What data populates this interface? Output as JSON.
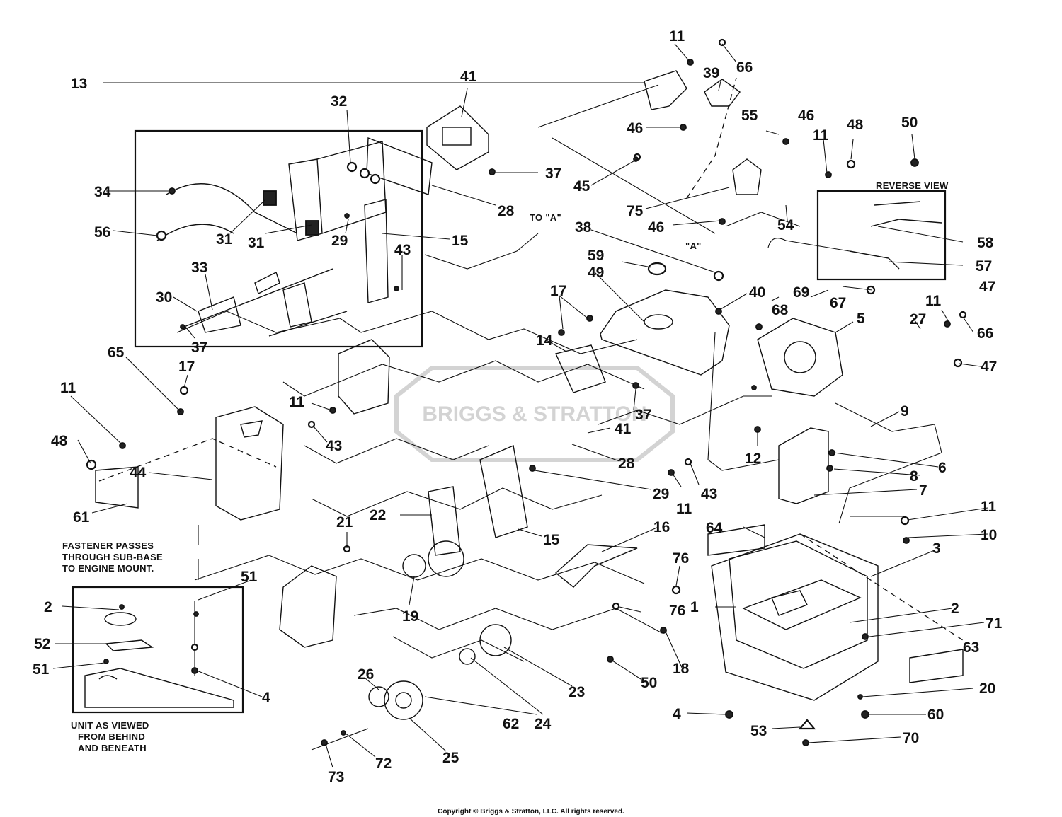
{
  "diagram": {
    "watermark": "BRIGGS & STRATTON",
    "copyright": "Copyright © Briggs & Stratton, LLC. All rights reserved.",
    "notes": {
      "reverse_view": "REVERSE VIEW",
      "to_a": "TO \"A\"",
      "marker_a": "\"A\"",
      "fastener": [
        "FASTENER PASSES",
        "THROUGH SUB-BASE",
        "TO ENGINE MOUNT."
      ],
      "unit_view": [
        "UNIT AS VIEWED",
        "FROM BEHIND",
        "AND BENEATH"
      ]
    },
    "callouts": [
      "11",
      "66",
      "13",
      "39",
      "41",
      "32",
      "46",
      "55",
      "46",
      "11",
      "48",
      "50",
      "37",
      "34",
      "45",
      "75",
      "28",
      "56",
      "31",
      "31",
      "29",
      "15",
      "46",
      "54",
      "38",
      "43",
      "33",
      "30",
      "37",
      "59",
      "49",
      "17",
      "40",
      "68",
      "67",
      "69",
      "14",
      "17",
      "65",
      "11",
      "43",
      "11",
      "48",
      "44",
      "61",
      "37",
      "41",
      "28",
      "12",
      "22",
      "21",
      "29",
      "11",
      "43",
      "15",
      "19",
      "16",
      "64",
      "76",
      "26",
      "24",
      "23",
      "62",
      "25",
      "72",
      "73",
      "50",
      "18",
      "4",
      "51",
      "2",
      "52",
      "51",
      "4",
      "1",
      "3",
      "2",
      "71",
      "63",
      "20",
      "60",
      "53",
      "70",
      "10",
      "11",
      "9",
      "6",
      "8",
      "7",
      "5",
      "27",
      "66",
      "47",
      "47",
      "11",
      "58",
      "57",
      "76"
    ]
  }
}
